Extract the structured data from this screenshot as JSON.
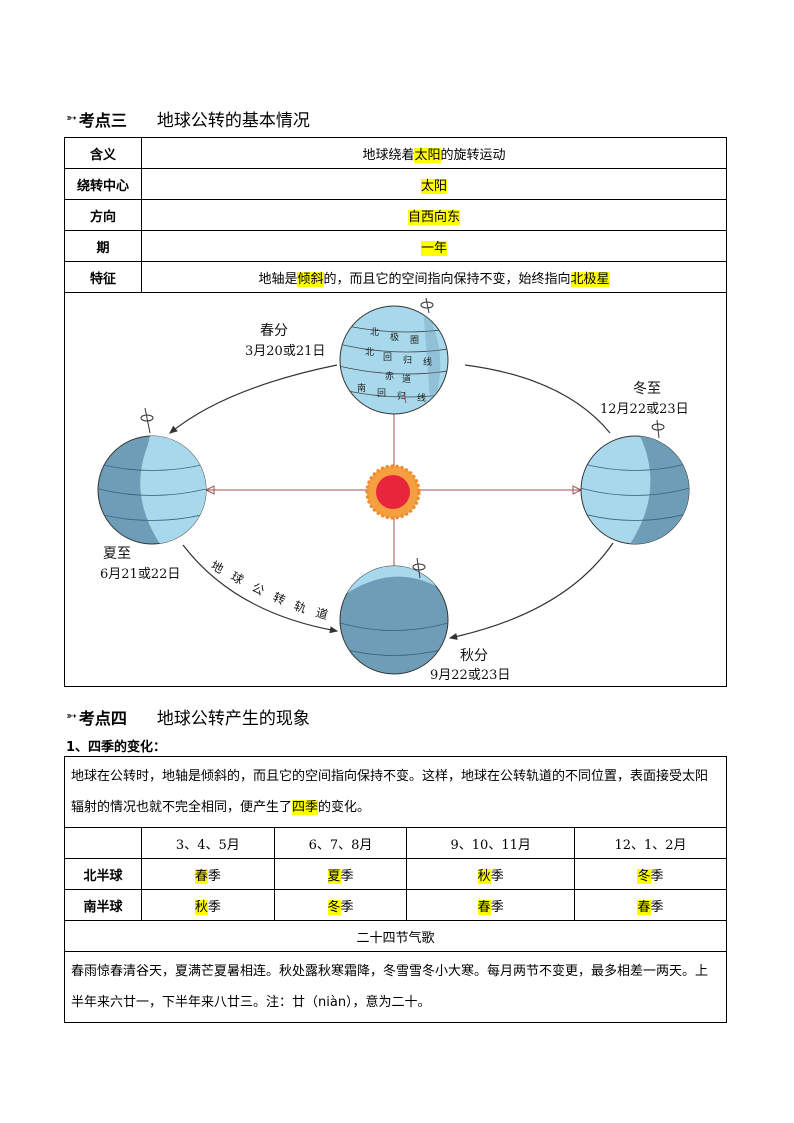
{
  "section3": {
    "marker": "➳",
    "number": "考点三",
    "title": "地球公转的基本情况"
  },
  "table1": {
    "rows": [
      {
        "label": "含义",
        "pre": "地球绕着",
        "hl": "太阳",
        "post": "的旋转运动",
        "hl2": "",
        "post2": ""
      },
      {
        "label": "绕转中心",
        "pre": "",
        "hl": "太阳",
        "post": "",
        "hl2": "",
        "post2": ""
      },
      {
        "label": "方向",
        "pre": "",
        "hl": "自西向东",
        "post": "",
        "hl2": "",
        "post2": ""
      },
      {
        "label": "期",
        "pre": "",
        "hl": "一年",
        "post": "",
        "hl2": "",
        "post2": ""
      },
      {
        "label": "特征",
        "pre": "地轴是",
        "hl": "倾斜",
        "post": "的，而且它的空间指向保持不变，始终指向",
        "hl2": "北极星",
        "post2": ""
      }
    ]
  },
  "diagram": {
    "spring": {
      "name": "春分",
      "date": "3月20或21日"
    },
    "summer": {
      "name": "夏至",
      "date": "6月21或22日"
    },
    "autumn": {
      "name": "秋分",
      "date": "9月22或23日"
    },
    "winter": {
      "name": "冬至",
      "date": "12月22或23日"
    },
    "orbit_label": [
      "地",
      "球",
      "公",
      "转",
      "轨",
      "道"
    ],
    "globe_lines": [
      "北",
      "极",
      "圈",
      "北",
      "回",
      "归",
      "线",
      "赤",
      "道",
      "南",
      "回",
      "归",
      "线"
    ],
    "colors": {
      "ocean_light": "#a8d8ec",
      "ocean_dark": "#6e9db8",
      "sun": "#e8253a",
      "sun_ray": "#f08a2a"
    }
  },
  "section4": {
    "marker": "➳",
    "number": "考点四",
    "title": "地球公转产生的现象"
  },
  "subheading": "1、四季的变化：",
  "table2": {
    "intro_pre": "地球在公转时，地轴是倾斜的，而且它的空间指向保持不变。这样，地球在公转轨道的不同位置，表面接受太阳辐射的情况也就不完全相同，便产生了",
    "intro_hl": "四季",
    "intro_post": "的变化。",
    "months": [
      "3、4、5月",
      "6、7、8月",
      "9、10、11月",
      "12、1、2月"
    ],
    "north": {
      "label": "北半球",
      "seasons": [
        "春",
        "夏",
        "秋",
        "冬"
      ],
      "suffix": "季"
    },
    "south": {
      "label": "南半球",
      "seasons": [
        "秋",
        "冬",
        "春",
        "春"
      ],
      "suffix": "季"
    },
    "song_title": "二十四节气歌",
    "song_text": "春雨惊春清谷天，夏满芒夏暑相连。秋处露秋寒霜降，冬雪雪冬小大寒。每月两节不变更，最多相差一两天。上半年来六廿一，下半年来八廿三。注：廿（niàn），意为二十。"
  }
}
